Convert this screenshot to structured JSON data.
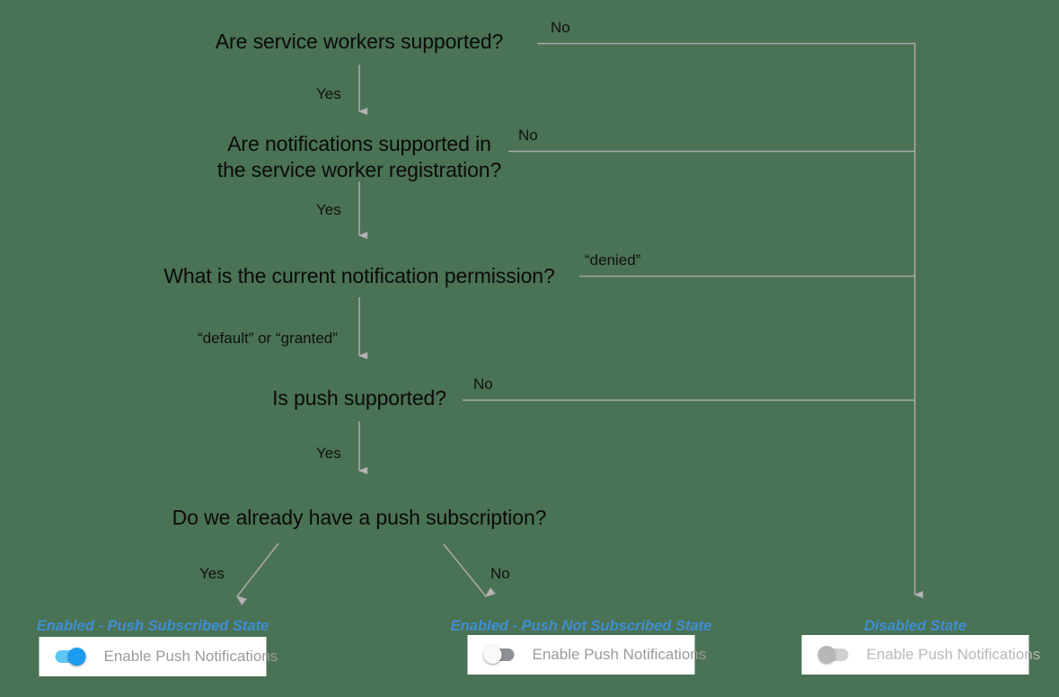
{
  "diagram": {
    "title": "Push notification support decision flow",
    "background_color": "#4a7254",
    "line_color": "#a8a8a8",
    "state_label_color": "#3f8ed4"
  },
  "nodes": [
    {
      "id": "sw",
      "text": "Are service workers supported?"
    },
    {
      "id": "notif",
      "line1": "Are notifications supported in",
      "line2": "the service worker registration?"
    },
    {
      "id": "perm",
      "text": "What is the current notification permission?"
    },
    {
      "id": "push",
      "text": "Is push supported?"
    },
    {
      "id": "sub",
      "text": "Do we already have a push subscription?"
    }
  ],
  "edge_labels": {
    "sw_no": "No",
    "sw_yes": "Yes",
    "notif_no": "No",
    "notif_yes": "Yes",
    "perm_denied": "“denied”",
    "perm_default_granted": "“default” or “granted”",
    "push_no": "No",
    "push_yes": "Yes",
    "sub_yes": "Yes",
    "sub_no": "No"
  },
  "outcomes": [
    {
      "id": "push-subscribed",
      "state_label": "Enabled - Push Subscribed State",
      "toggle_label": "Enable Push Notifications",
      "toggle_state": "on"
    },
    {
      "id": "push-not-subscribed",
      "state_label": "Enabled - Push Not Subscribed State",
      "toggle_label": "Enable Push Notifications",
      "toggle_state": "off"
    },
    {
      "id": "disabled",
      "state_label": "Disabled State",
      "toggle_label": "Enable Push Notifications",
      "toggle_state": "disabled"
    }
  ]
}
